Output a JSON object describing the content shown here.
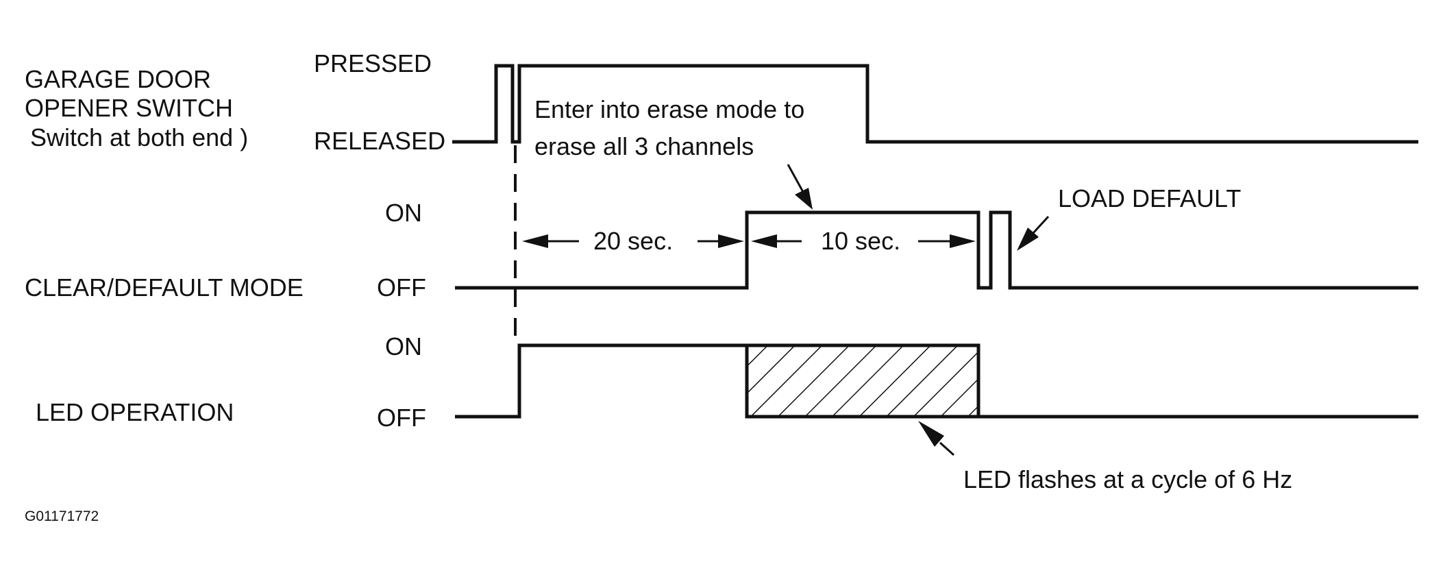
{
  "signals": {
    "garage_door_switch": {
      "label_line1": "GARAGE DOOR",
      "label_line2": "OPENER SWITCH",
      "label_line3": "Switch at both end )",
      "high_label": "PRESSED",
      "low_label": "RELEASED"
    },
    "clear_default_mode": {
      "label": "CLEAR/DEFAULT MODE",
      "high_label": "ON",
      "low_label": "OFF"
    },
    "led_operation": {
      "label": "LED OPERATION",
      "high_label": "ON",
      "low_label": "OFF"
    }
  },
  "durations": {
    "first": "20 sec.",
    "second": "10 sec."
  },
  "annotations": {
    "erase_mode_line1": "Enter into erase mode to",
    "erase_mode_line2": "erase all 3 channels",
    "load_default": "LOAD DEFAULT",
    "led_flash": "LED flashes at a cycle of 6 Hz"
  },
  "figure_code": "G01171772",
  "colors": {
    "ink": "#111111",
    "background": "#ffffff"
  }
}
